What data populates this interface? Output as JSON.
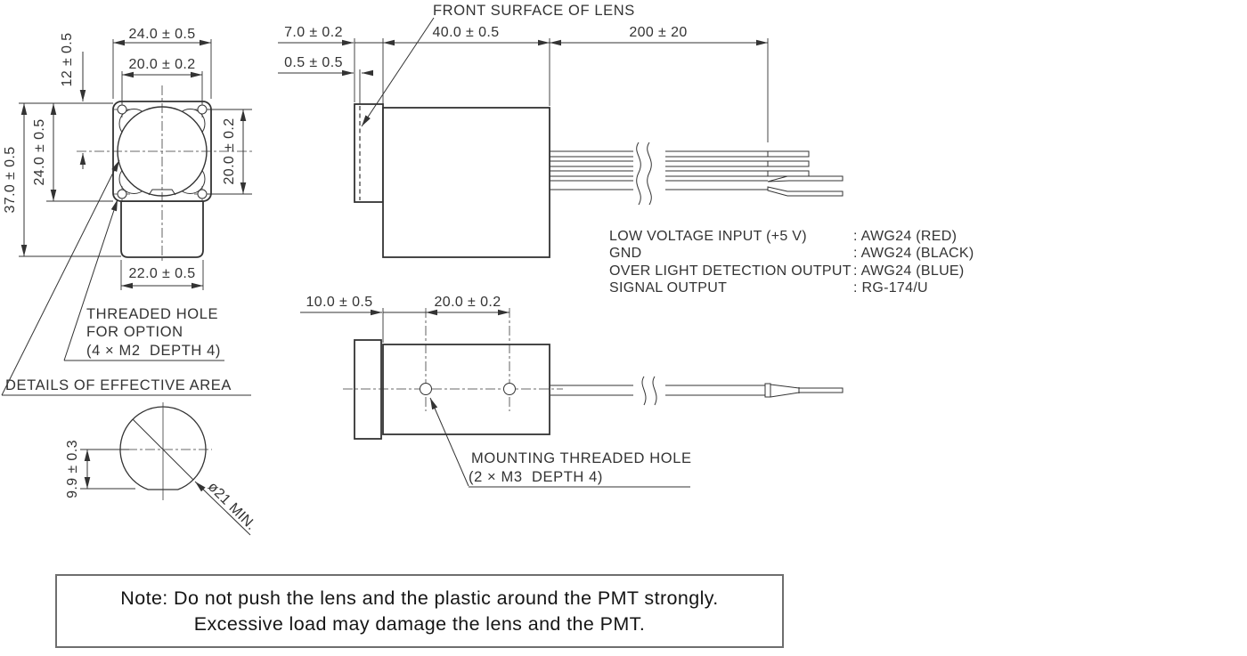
{
  "drawing": {
    "front_view": {
      "dim_outer_width": "24.0 ± 0.5",
      "dim_hole_pitch_h": "20.0 ± 0.2",
      "dim_lens_center_from_top": "12 ± 0.5",
      "dim_square_height": "24.0 ± 0.5",
      "dim_total_height": "37.0 ± 0.5",
      "dim_hole_pitch_v": "20.0 ± 0.2",
      "dim_lower_width": "22.0 ± 0.5",
      "threaded_hole_note_line1": "THREADED HOLE",
      "threaded_hole_note_line2": "FOR OPTION",
      "threaded_hole_note_line3": "(4 × M2  DEPTH 4)"
    },
    "side_view": {
      "front_surface_label": "FRONT SURFACE OF LENS",
      "dim_flange_thickness": "7.0 ± 0.2",
      "dim_lens_offset": "0.5 ± 0.5",
      "dim_body_length": "40.0 ± 0.5",
      "dim_cable_length": "200 ± 20"
    },
    "bottom_view": {
      "dim_hole_offset": "10.0 ± 0.5",
      "dim_hole_pitch": "20.0 ± 0.2",
      "mounting_note_line1": "MOUNTING THREADED HOLE",
      "mounting_note_line2": "(2 × M3  DEPTH 4)"
    },
    "effective_area": {
      "title": "DETAILS OF EFFECTIVE AREA",
      "dim_height": "9.9 ± 0.3",
      "dim_diameter": "ø21 MIN."
    },
    "wiring": [
      {
        "name": "LOW VOLTAGE INPUT (+5 V)",
        "spec": ": AWG24 (RED)"
      },
      {
        "name": "GND",
        "spec": ": AWG24 (BLACK)"
      },
      {
        "name": "OVER LIGHT DETECTION OUTPUT",
        "spec": ": AWG24 (BLUE)"
      },
      {
        "name": "SIGNAL OUTPUT",
        "spec": ": RG-174/U"
      }
    ],
    "note": {
      "line1": "Note: Do not push the lens and the plastic around the PMT strongly.",
      "line2": "Excessive load may damage the lens and the PMT."
    }
  }
}
